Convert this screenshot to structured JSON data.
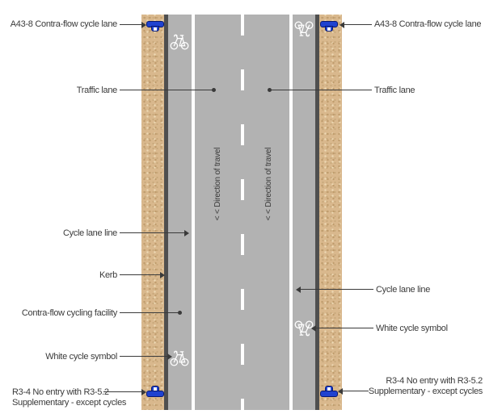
{
  "diagram": {
    "labels": {
      "a43_8": "A43-8 Contra-flow cycle lane",
      "traffic_lane": "Traffic lane",
      "cycle_lane_line": "Cycle lane line",
      "kerb": "Kerb",
      "contra_flow_facility": "Contra-flow cycling facility",
      "white_cycle_symbol": "White cycle symbol",
      "r3_line1": "R3-4 No entry with R3-5.2",
      "r3_line2": "Supplementary - except cycles",
      "direction_of_travel": "< <  Direction of travel"
    },
    "icons": {
      "cycle_symbol": "white-cycle-symbol-road-marking",
      "a43_8_sign": "blue-rectangular-sign-plan-symbol-facing-down",
      "r3_4_sign": "blue-rectangular-sign-plan-symbol-facing-up"
    },
    "colors": {
      "road": "#b2b2b2",
      "kerb_line": "#4f4f4f",
      "footway": "#d9b88d",
      "lane_marking": "#ffffff",
      "sign_blue": "#1f42d0",
      "sign_outline": "#0a1a70",
      "label_text": "#3a3a3a"
    }
  }
}
